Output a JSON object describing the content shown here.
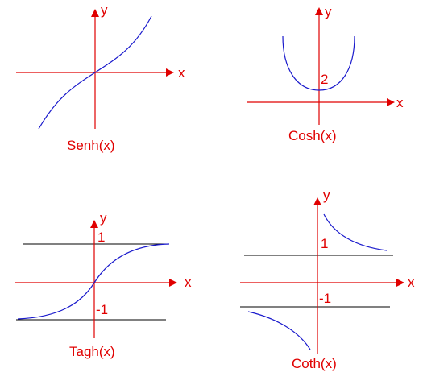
{
  "axis_labels": {
    "x": "x",
    "y": "y"
  },
  "panels": {
    "senh": {
      "caption": "Senh(x)"
    },
    "cosh": {
      "caption": "Cosh(x)",
      "tick": "2"
    },
    "tagh": {
      "caption": "Tagh(x)",
      "tick_top": "1",
      "tick_bottom": "-1"
    },
    "coth": {
      "caption": "Coth(x)",
      "tick_top": "1",
      "tick_bottom": "-1"
    }
  },
  "colors": {
    "axes_and_labels": "#e00000",
    "curves": "#1a1acc",
    "asymptotes": "#000000"
  }
}
